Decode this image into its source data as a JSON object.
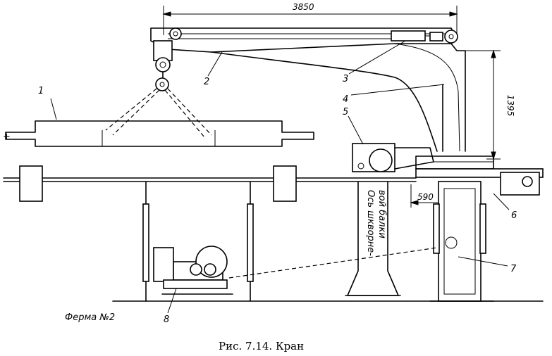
{
  "dimensions": {
    "boom_length": "3850",
    "height": "1395",
    "offset": "590"
  },
  "callouts": [
    "1",
    "2",
    "3",
    "4",
    "5",
    "6",
    "7",
    "8"
  ],
  "axis_label": {
    "line1": "Ось шкворне-",
    "line2": "вой балки"
  },
  "truss_label": "Ферма №2",
  "caption": "Рис. 7.14. Кран"
}
